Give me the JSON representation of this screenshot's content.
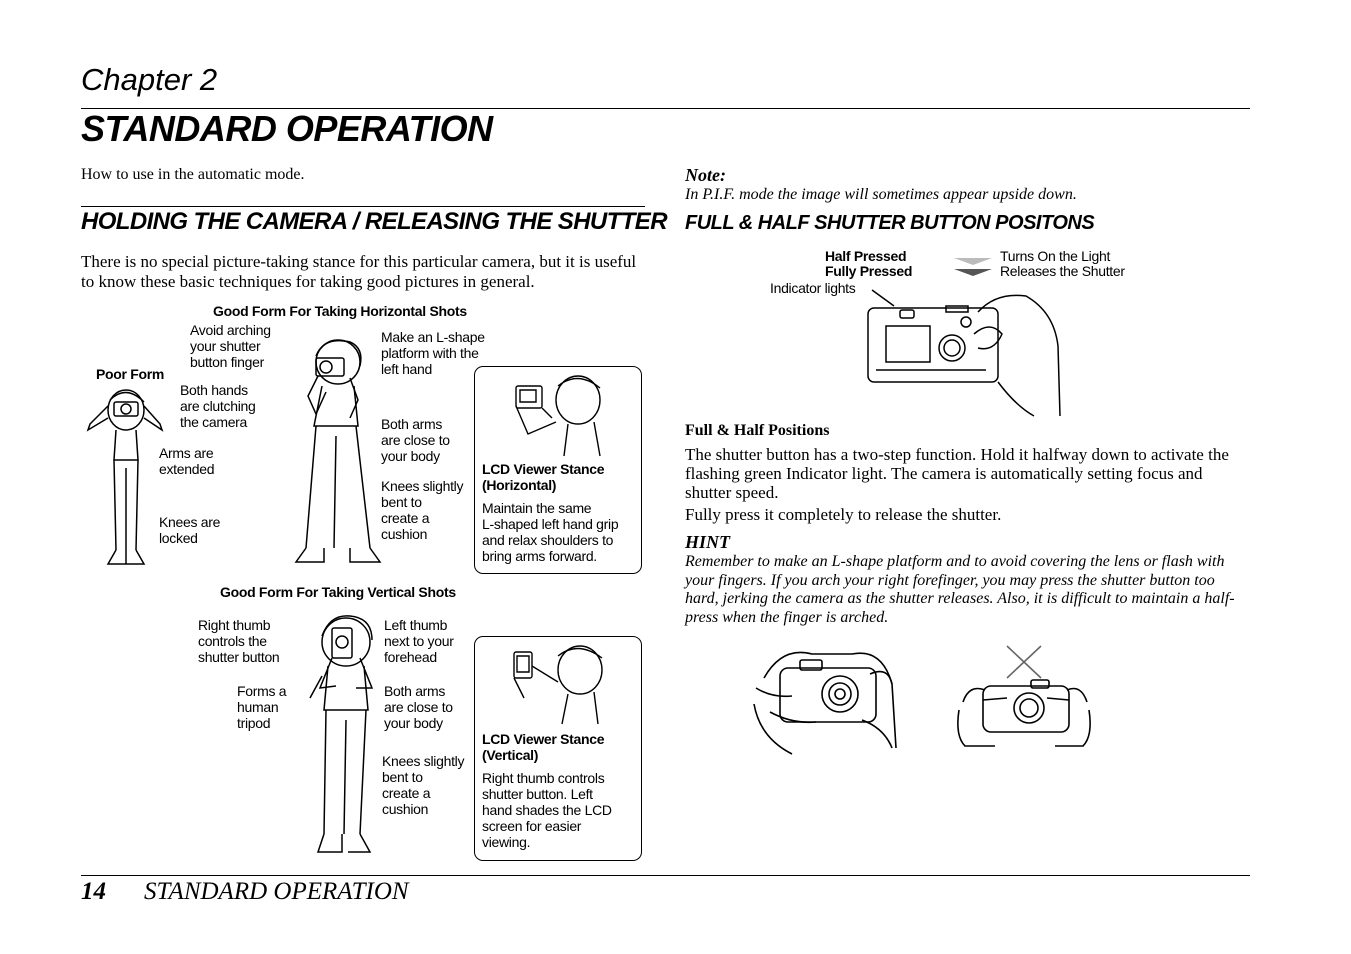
{
  "chapter_label": "Chapter 2",
  "page_title": "STANDARD OPERATION",
  "left": {
    "intro": "How to use in the automatic mode.",
    "section_title": "HOLDING THE CAMERA / RELEASING THE SHUTTER",
    "section_para": "There is no special picture-taking stance for this particular camera, but it is useful to know these basic techniques for taking good pictures in general.",
    "horizontal": {
      "heading": "Good Form For Taking Horizontal Shots",
      "poor_form": "Poor Form",
      "avoid_arching": [
        "Avoid arching",
        "your shutter",
        "button finger"
      ],
      "both_hands": [
        "Both hands",
        "are clutching",
        "the camera"
      ],
      "arms_extended": [
        "Arms are",
        "extended"
      ],
      "knees_locked": [
        "Knees are",
        "locked"
      ],
      "l_shape": [
        "Make an L-shape",
        "platform with the",
        "left hand"
      ],
      "arms_close": [
        "Both arms",
        "are close to",
        "your body"
      ],
      "knees_bent": [
        "Knees slightly",
        "bent to",
        "create a",
        "cushion"
      ],
      "lcd_title": [
        "LCD Viewer Stance",
        "(Horizontal)"
      ],
      "lcd_text": [
        "Maintain the same",
        "L-shaped left hand grip",
        "and relax shoulders to",
        "bring arms forward."
      ]
    },
    "vertical": {
      "heading": "Good Form For Taking Vertical Shots",
      "right_thumb": [
        "Right thumb",
        "controls the",
        "shutter button"
      ],
      "tripod": [
        "Forms a",
        "human",
        "tripod"
      ],
      "left_thumb": [
        "Left thumb",
        "next to your",
        "forehead"
      ],
      "arms_close": [
        "Both arms",
        "are close to",
        "your body"
      ],
      "knees_bent": [
        "Knees slightly",
        "bent to",
        "create a",
        "cushion"
      ],
      "lcd_title": [
        "LCD Viewer Stance",
        "(Vertical)"
      ],
      "lcd_text": [
        "Right thumb controls",
        "shutter button. Left",
        "hand shades the LCD",
        "screen for easier",
        "viewing."
      ]
    }
  },
  "right": {
    "note_heading": "Note:",
    "note_text": "In P.I.F. mode the image will sometimes appear upside down.",
    "sub_heading": "FULL & HALF SHUTTER BUTTON POSITONS",
    "half_pressed": "Half Pressed",
    "fully_pressed": "Fully Pressed",
    "turns_on": "Turns On the Light",
    "releases": "Releases the Shutter",
    "indicator": "Indicator lights",
    "fh_heading": "Full & Half Positions",
    "fh_para1": "The shutter button has a two-step function. Hold it halfway down to activate the flashing green Indicator light. The camera is automatically setting focus and shutter speed.",
    "fh_para2": "Fully press it completely to release the shutter.",
    "hint_heading": "HINT",
    "hint_text": "Remember to make an L-shape platform and to avoid covering the lens or flash with your fingers. If you arch your right forefinger, you may press the shutter button too hard, jerking the camera as the shutter releases. Also, it is difficult to maintain a half-press when the finger is arched."
  },
  "footer": {
    "page_number": "14",
    "title": "STANDARD OPERATION"
  },
  "icons": {
    "good_grip": "camera-good-grip-illustration",
    "bad_grip": "camera-bad-grip-illustration",
    "cross": "x-mark-icon"
  }
}
